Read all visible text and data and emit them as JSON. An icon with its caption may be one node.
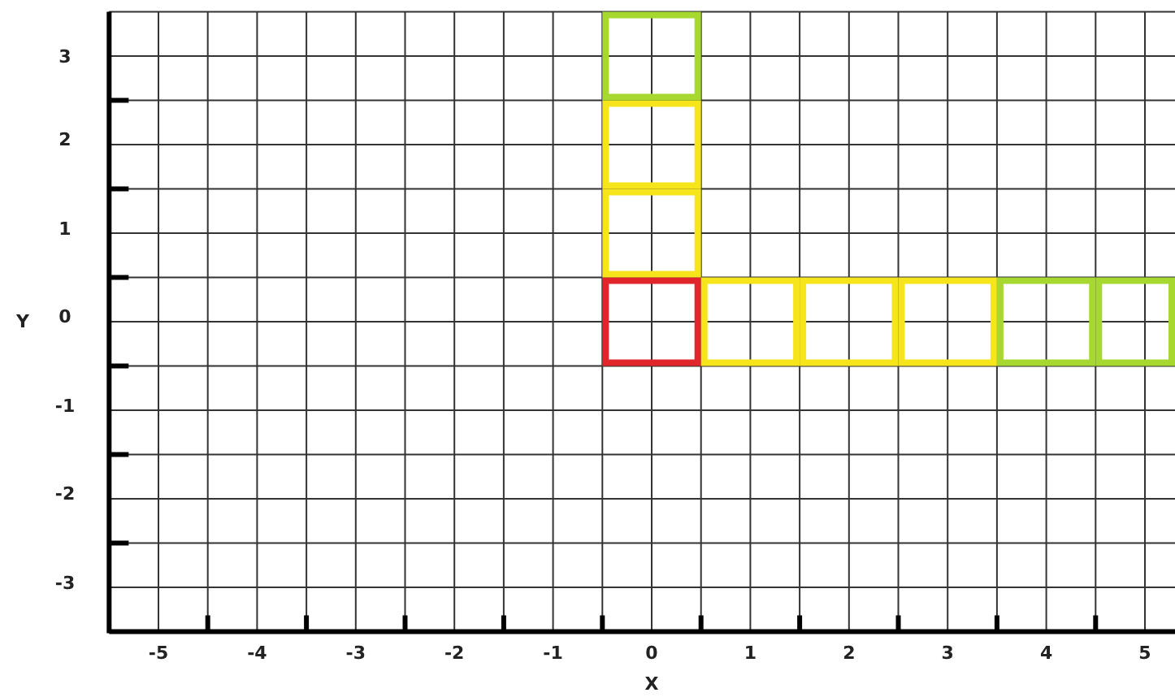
{
  "diagram": {
    "labels": [
      "3",
      "2",
      "1",
      "0",
      "-1",
      "-2",
      "-3",
      "Y",
      "-5",
      "-4",
      "-3",
      "-2",
      "-1",
      "0",
      "1",
      "2",
      "3",
      "4",
      "5",
      "X"
    ]
  }
}
